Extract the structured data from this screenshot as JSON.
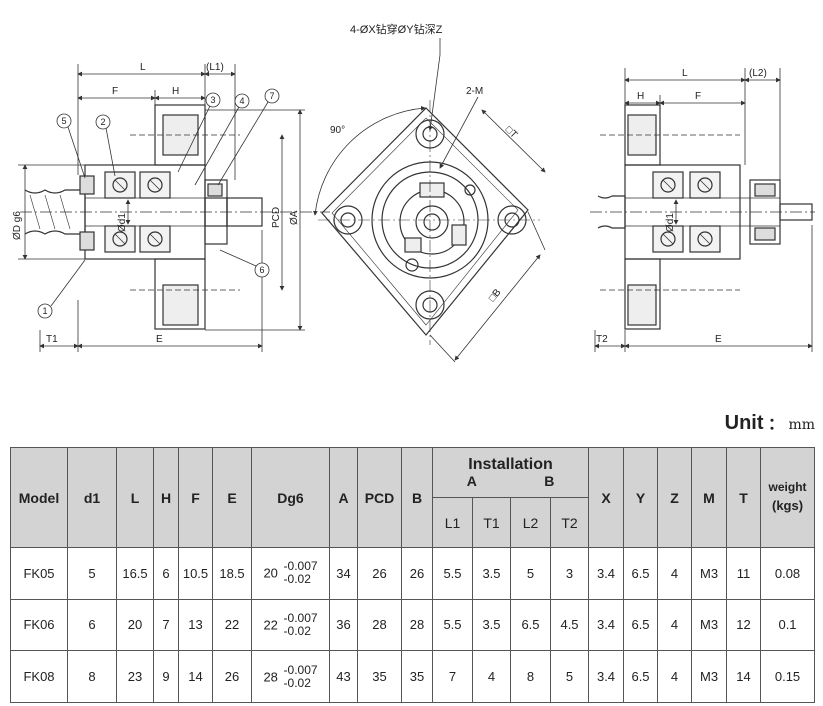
{
  "drawing": {
    "annotations": {
      "hole_spec": "4-ØX钻穿ØY钻深Z",
      "tap": "2-M",
      "angle": "90°",
      "square_T": "□T",
      "square_B": "□B",
      "left_L": "L",
      "left_L1": "(L1)",
      "left_F": "F",
      "left_H": "H",
      "left_E": "E",
      "left_T1": "T1",
      "left_d1": "Ød1",
      "left_D": "ØD g6",
      "left_PCD": "PCD",
      "left_A": "ØA",
      "right_L": "L",
      "right_L2": "(L2)",
      "right_H": "H",
      "right_F": "F",
      "right_E": "E",
      "right_T2": "T2",
      "right_d1": "Ød1",
      "callouts": [
        "5",
        "2",
        "3",
        "4",
        "7",
        "6",
        "1"
      ]
    }
  },
  "unit": {
    "label": "Unit",
    "colon": "：",
    "value": "mm"
  },
  "table": {
    "headers": {
      "model": "Model",
      "d1": "d1",
      "L": "L",
      "H": "H",
      "F": "F",
      "E": "E",
      "Dg6": "Dg6",
      "A": "A",
      "PCD": "PCD",
      "B": "B",
      "installation": "Installation",
      "inst_A": "A",
      "inst_B": "B",
      "L1": "L1",
      "T1": "T1",
      "L2": "L2",
      "T2": "T2",
      "X": "X",
      "Y": "Y",
      "Z": "Z",
      "M": "M",
      "T": "T",
      "weight": "weight",
      "weight_unit": "(kgs)"
    },
    "rows": [
      {
        "model": "FK05",
        "d1": "5",
        "L": "16.5",
        "H": "6",
        "F": "10.5",
        "E": "18.5",
        "Dg6": "20",
        "tol_upper": "-0.007",
        "tol_lower": "-0.02",
        "A": "34",
        "PCD": "26",
        "B": "26",
        "L1": "5.5",
        "T1": "3.5",
        "L2": "5",
        "T2": "3",
        "X": "3.4",
        "Y": "6.5",
        "Z": "4",
        "M": "M3",
        "T": "11",
        "weight": "0.08"
      },
      {
        "model": "FK06",
        "d1": "6",
        "L": "20",
        "H": "7",
        "F": "13",
        "E": "22",
        "Dg6": "22",
        "tol_upper": "-0.007",
        "tol_lower": "-0.02",
        "A": "36",
        "PCD": "28",
        "B": "28",
        "L1": "5.5",
        "T1": "3.5",
        "L2": "6.5",
        "T2": "4.5",
        "X": "3.4",
        "Y": "6.5",
        "Z": "4",
        "M": "M3",
        "T": "12",
        "weight": "0.1"
      },
      {
        "model": "FK08",
        "d1": "8",
        "L": "23",
        "H": "9",
        "F": "14",
        "E": "26",
        "Dg6": "28",
        "tol_upper": "-0.007",
        "tol_lower": "-0.02",
        "A": "43",
        "PCD": "35",
        "B": "35",
        "L1": "7",
        "T1": "4",
        "L2": "8",
        "T2": "5",
        "X": "3.4",
        "Y": "6.5",
        "Z": "4",
        "M": "M3",
        "T": "14",
        "weight": "0.15"
      }
    ]
  }
}
